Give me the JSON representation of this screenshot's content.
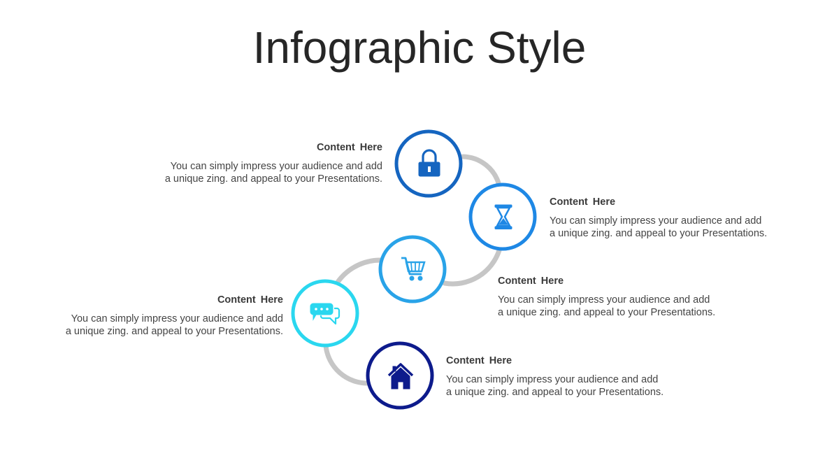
{
  "title": "Infographic Style",
  "colors": {
    "connector": "#c6c6c6",
    "step1": "#1565c0",
    "step2": "#1e88e5",
    "step3": "#29a3e8",
    "step4": "#2ad7ef",
    "step5": "#0d1b8c"
  },
  "steps": [
    {
      "icon": "lock-icon",
      "heading": "Content  Here",
      "line1": "You can simply impress your audience and add",
      "line2": "a unique zing. and appeal to your Presentations."
    },
    {
      "icon": "hourglass-icon",
      "heading": "Content  Here",
      "line1": "You can simply impress your audience and add",
      "line2": "a unique zing. and appeal to your Presentations."
    },
    {
      "icon": "shopping-cart-icon",
      "heading": "Content  Here",
      "line1": "You can simply impress your audience and add",
      "line2": "a unique zing. and appeal to your Presentations."
    },
    {
      "icon": "chat-bubbles-icon",
      "heading": "Content  Here",
      "line1": "You can simply impress your audience and add",
      "line2": "a unique zing. and appeal to your Presentations."
    },
    {
      "icon": "home-icon",
      "heading": "Content  Here",
      "line1": "You can simply impress your audience and add",
      "line2": "a unique zing. and appeal to your Presentations."
    }
  ]
}
